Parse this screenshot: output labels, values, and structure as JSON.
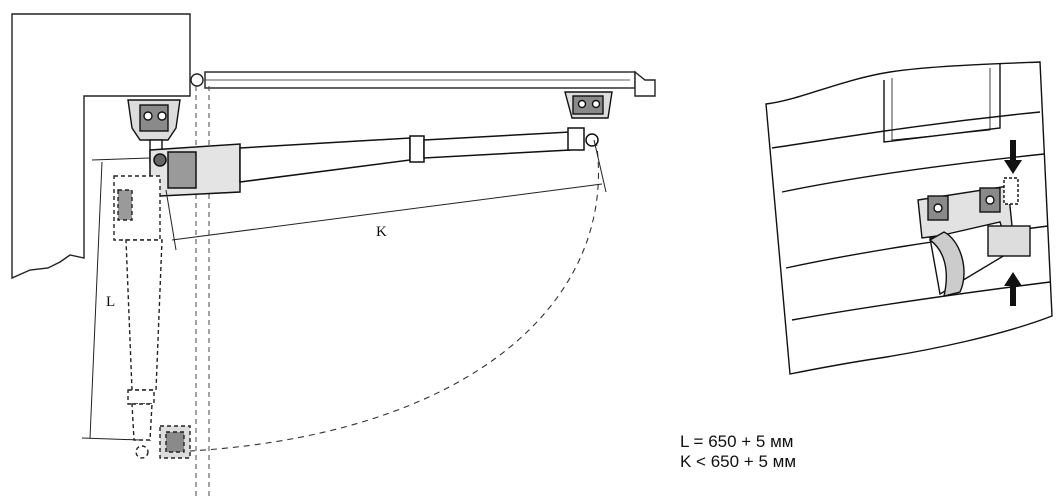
{
  "diagram": {
    "label_k": "K",
    "label_l": "L",
    "formulas": {
      "line1": "L = 650 + 5 мм",
      "line2": "K < 650 + 5 мм"
    }
  }
}
